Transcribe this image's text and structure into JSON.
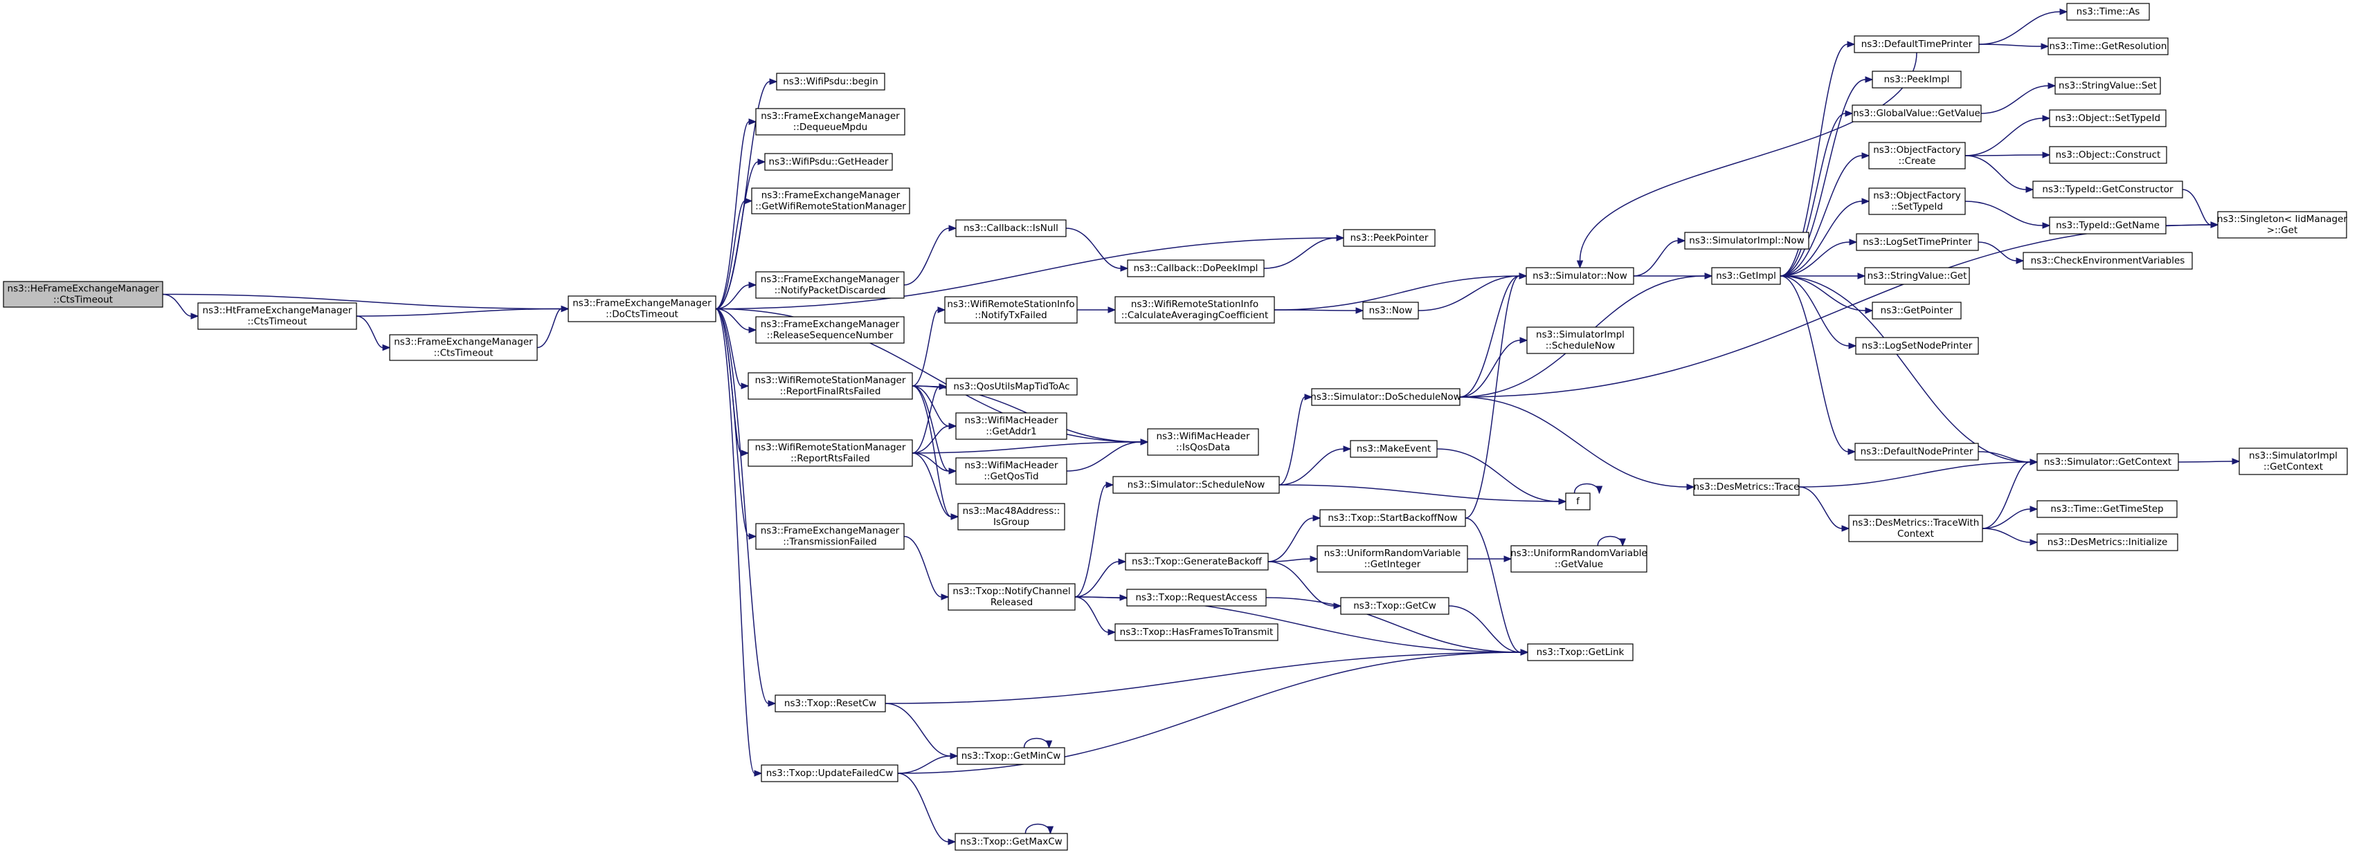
{
  "colors": {
    "node_fill": "#ffffff",
    "root_fill": "#bfbfbf",
    "border_default": "#000000",
    "border_truncated": "#ff0000",
    "edge": "#191970"
  },
  "nodes": [
    {
      "id": "he_cts",
      "lines": [
        "ns3::HeFrameExchangeManager",
        "::CtsTimeout"
      ],
      "root": true
    },
    {
      "id": "ht_cts",
      "lines": [
        "ns3::HtFrameExchangeManager",
        "::CtsTimeout"
      ]
    },
    {
      "id": "fem_cts",
      "lines": [
        "ns3::FrameExchangeManager",
        "::CtsTimeout"
      ]
    },
    {
      "id": "docts",
      "lines": [
        "ns3::FrameExchangeManager",
        "::DoCtsTimeout"
      ]
    },
    {
      "id": "psdu_begin",
      "lines": [
        "ns3::WifiPsdu::begin"
      ]
    },
    {
      "id": "dequeue",
      "lines": [
        "ns3::FrameExchangeManager",
        "::DequeueMpdu"
      ]
    },
    {
      "id": "psdu_hdr",
      "lines": [
        "ns3::WifiPsdu::GetHeader"
      ]
    },
    {
      "id": "get_wrsm",
      "lines": [
        "ns3::FrameExchangeManager",
        "::GetWifiRemoteStationManager"
      ]
    },
    {
      "id": "notify_disc",
      "lines": [
        "ns3::FrameExchangeManager",
        "::NotifyPacketDiscarded"
      ]
    },
    {
      "id": "release_seq",
      "lines": [
        "ns3::FrameExchangeManager",
        "::ReleaseSequenceNumber"
      ]
    },
    {
      "id": "rep_final",
      "lines": [
        "ns3::WifiRemoteStationManager",
        "::ReportFinalRtsFailed"
      ]
    },
    {
      "id": "rep_rts",
      "lines": [
        "ns3::WifiRemoteStationManager",
        "::ReportRtsFailed"
      ]
    },
    {
      "id": "tx_failed",
      "lines": [
        "ns3::FrameExchangeManager",
        "::TransmissionFailed"
      ]
    },
    {
      "id": "reset_cw",
      "lines": [
        "ns3::Txop::ResetCw"
      ]
    },
    {
      "id": "upd_cw",
      "lines": [
        "ns3::Txop::UpdateFailedCw"
      ]
    },
    {
      "id": "peekptr",
      "lines": [
        "ns3::PeekPointer"
      ]
    },
    {
      "id": "cb_isnull",
      "lines": [
        "ns3::Callback::IsNull"
      ]
    },
    {
      "id": "cb_peek",
      "lines": [
        "ns3::Callback::DoPeekImpl"
      ]
    },
    {
      "id": "wrsi_notify",
      "lines": [
        "ns3::WifiRemoteStationInfo",
        "::NotifyTxFailed"
      ]
    },
    {
      "id": "wrsi_calc",
      "lines": [
        "ns3::WifiRemoteStationInfo",
        "::CalculateAveragingCoefficient"
      ]
    },
    {
      "id": "qos_map",
      "lines": [
        "ns3::QosUtilsMapTidToAc"
      ]
    },
    {
      "id": "getaddr1",
      "lines": [
        "ns3::WifiMacHeader",
        "::GetAddr1"
      ]
    },
    {
      "id": "getqostid",
      "lines": [
        "ns3::WifiMacHeader",
        "::GetQosTid"
      ]
    },
    {
      "id": "isgroup",
      "lines": [
        "ns3::Mac48Address::",
        "IsGroup"
      ]
    },
    {
      "id": "isqosdata",
      "lines": [
        "ns3::WifiMacHeader",
        "::IsQosData"
      ]
    },
    {
      "id": "notify_chan",
      "lines": [
        "ns3::Txop::NotifyChannel",
        "Released"
      ]
    },
    {
      "id": "gen_backoff",
      "lines": [
        "ns3::Txop::GenerateBackoff"
      ]
    },
    {
      "id": "req_access",
      "lines": [
        "ns3::Txop::RequestAccess"
      ]
    },
    {
      "id": "has_frames",
      "lines": [
        "ns3::Txop::HasFramesToTransmit"
      ]
    },
    {
      "id": "get_mincw",
      "lines": [
        "ns3::Txop::GetMinCw"
      ]
    },
    {
      "id": "get_maxcw",
      "lines": [
        "ns3::Txop::GetMaxCw"
      ]
    },
    {
      "id": "sim_now",
      "lines": [
        "ns3::Simulator::Now"
      ]
    },
    {
      "id": "now",
      "lines": [
        "ns3::Now"
      ]
    },
    {
      "id": "sim_sched_now",
      "lines": [
        "ns3::Simulator::ScheduleNow"
      ]
    },
    {
      "id": "sim_dosched",
      "lines": [
        "ns3::Simulator::DoScheduleNow"
      ]
    },
    {
      "id": "make_event",
      "lines": [
        "ns3::MakeEvent"
      ]
    },
    {
      "id": "f",
      "lines": [
        "f"
      ]
    },
    {
      "id": "start_backoff",
      "lines": [
        "ns3::Txop::StartBackoffNow"
      ]
    },
    {
      "id": "urv_getint",
      "lines": [
        "ns3::UniformRandomVariable",
        "::GetInteger"
      ]
    },
    {
      "id": "get_cw",
      "lines": [
        "ns3::Txop::GetCw"
      ]
    },
    {
      "id": "get_link",
      "lines": [
        "ns3::Txop::GetLink"
      ]
    },
    {
      "id": "urv_getval",
      "lines": [
        "ns3::UniformRandomVariable",
        "::GetValue"
      ]
    },
    {
      "id": "simimpl_now",
      "lines": [
        "ns3::SimulatorImpl::Now"
      ]
    },
    {
      "id": "simimpl_sched",
      "lines": [
        "ns3::SimulatorImpl",
        "::ScheduleNow"
      ]
    },
    {
      "id": "getimpl",
      "lines": [
        "ns3::GetImpl"
      ]
    },
    {
      "id": "des_trace",
      "lines": [
        "ns3::DesMetrics::Trace"
      ]
    },
    {
      "id": "des_tracewith",
      "lines": [
        "ns3::DesMetrics::TraceWith",
        "Context"
      ]
    },
    {
      "id": "def_time_printer",
      "lines": [
        "ns3::DefaultTimePrinter"
      ]
    },
    {
      "id": "peekimpl",
      "lines": [
        "ns3::PeekImpl"
      ]
    },
    {
      "id": "gv_getvalue",
      "lines": [
        "ns3::GlobalValue::GetValue"
      ]
    },
    {
      "id": "of_create",
      "lines": [
        "ns3::ObjectFactory",
        "::Create"
      ]
    },
    {
      "id": "of_settype",
      "lines": [
        "ns3::ObjectFactory",
        "::SetTypeId"
      ]
    },
    {
      "id": "log_set_time",
      "lines": [
        "ns3::LogSetTimePrinter"
      ]
    },
    {
      "id": "sv_get",
      "lines": [
        "ns3::StringValue::Get"
      ]
    },
    {
      "id": "getpointer",
      "lines": [
        "ns3::GetPointer"
      ]
    },
    {
      "id": "log_set_node",
      "lines": [
        "ns3::LogSetNodePrinter"
      ]
    },
    {
      "id": "def_node_printer",
      "lines": [
        "ns3::DefaultNodePrinter"
      ]
    },
    {
      "id": "sim_getctx",
      "lines": [
        "ns3::Simulator::GetContext"
      ]
    },
    {
      "id": "time_as",
      "lines": [
        "ns3::Time::As"
      ]
    },
    {
      "id": "time_getres",
      "lines": [
        "ns3::Time::GetResolution"
      ],
      "truncated": true
    },
    {
      "id": "sv_set",
      "lines": [
        "ns3::StringValue::Set"
      ]
    },
    {
      "id": "obj_settype",
      "lines": [
        "ns3::Object::SetTypeId"
      ],
      "truncated": true
    },
    {
      "id": "obj_construct",
      "lines": [
        "ns3::Object::Construct"
      ],
      "truncated": true
    },
    {
      "id": "tid_getctor",
      "lines": [
        "ns3::TypeId::GetConstructor"
      ],
      "truncated": true
    },
    {
      "id": "tid_getname",
      "lines": [
        "ns3::TypeId::GetName"
      ],
      "truncated": true
    },
    {
      "id": "check_env",
      "lines": [
        "ns3::CheckEnvironmentVariables"
      ],
      "truncated": true
    },
    {
      "id": "singleton",
      "lines": [
        "ns3::Singleton< IidManager",
        ">::Get"
      ]
    },
    {
      "id": "simimpl_getctx",
      "lines": [
        "ns3::SimulatorImpl",
        "::GetContext"
      ]
    },
    {
      "id": "time_getstep",
      "lines": [
        "ns3::Time::GetTimeStep"
      ]
    },
    {
      "id": "des_init",
      "lines": [
        "ns3::DesMetrics::Initialize"
      ],
      "truncated": true
    }
  ]
}
